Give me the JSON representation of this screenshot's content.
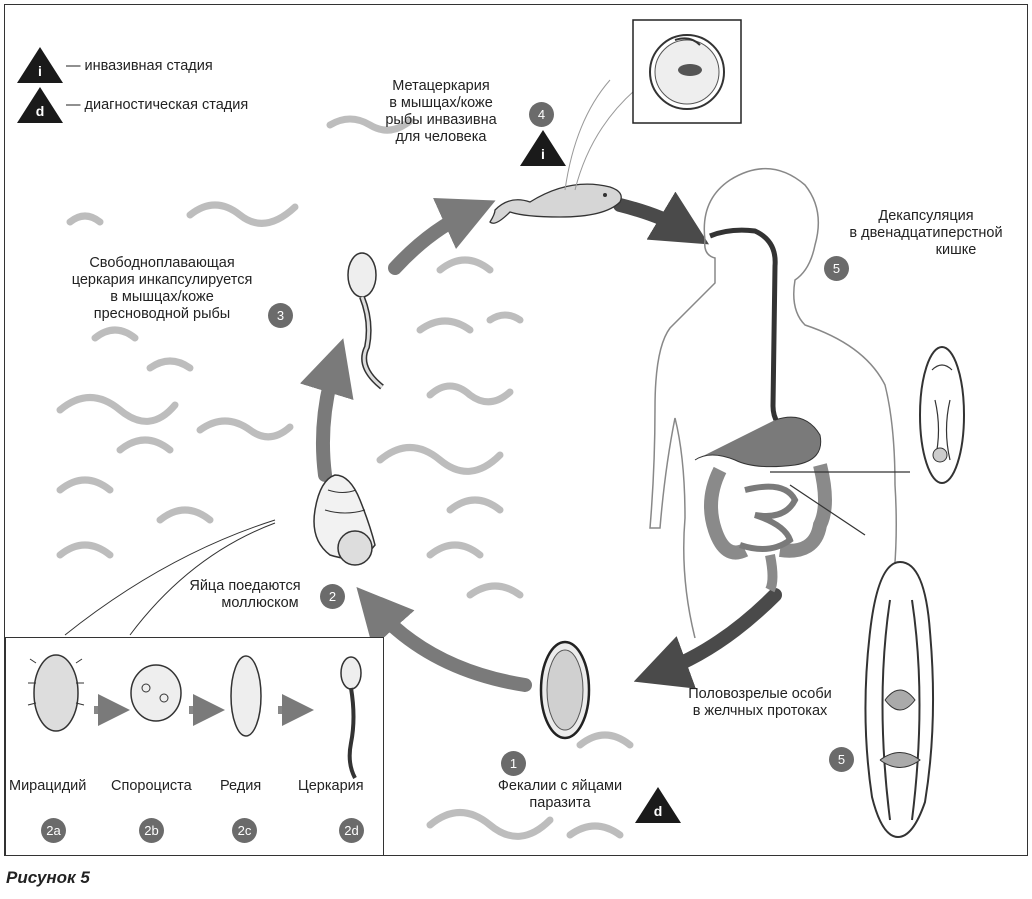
{
  "legend": {
    "invasive_symbol": "i",
    "invasive_label": "— инвазивная стадия",
    "diagnostic_symbol": "d",
    "diagnostic_label": "— диагностическая стадия"
  },
  "stages": {
    "s4": {
      "badge": "4",
      "line1": "Метацеркария",
      "line2": "в мышцах/коже",
      "line3": "рыбы инвазивна",
      "line4": "для человека",
      "marker": "i"
    },
    "s5a": {
      "badge": "5",
      "line1": "Декапсуляция",
      "line2": "в двенадцатиперстной",
      "line3": "кишке"
    },
    "s3": {
      "badge": "3",
      "line1": "Свободноплавающая",
      "line2": "церкария инкапсулируется",
      "line3": "в мышцах/коже",
      "line4": "пресноводной рыбы"
    },
    "s2": {
      "badge": "2",
      "line1": "Яйца поедаются",
      "line2": "моллюском"
    },
    "s5b": {
      "badge": "5",
      "line1": "Половозрелые особи",
      "line2": "в желчных протоках"
    },
    "s1": {
      "badge": "1",
      "line1": "Фекалии с яйцами",
      "line2": "паразита",
      "marker": "d"
    }
  },
  "inset": {
    "items": [
      {
        "label": "Мирацидий",
        "badge": "2a"
      },
      {
        "label": "Спороциста",
        "badge": "2b"
      },
      {
        "label": "Редия",
        "badge": "2c"
      },
      {
        "label": "Церкария",
        "badge": "2d"
      }
    ]
  },
  "caption": "Рисунок 5"
}
